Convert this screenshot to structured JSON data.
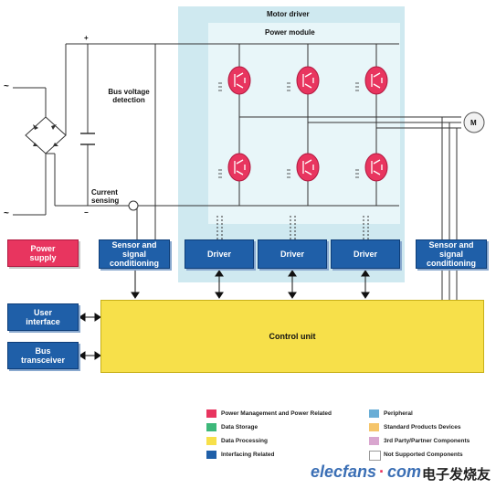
{
  "labels": {
    "motor_driver": "Motor driver",
    "power_module": "Power module",
    "bus_voltage_detection": "Bus voltage\ndetection",
    "current_sensing": "Current\nsensing",
    "plus": "+",
    "minus": "−",
    "tilde_top": "~",
    "tilde_bottom": "~",
    "motor": "M"
  },
  "blocks": {
    "power_supply": "Power\nsupply",
    "sensor_left": "Sensor and\nsignal\nconditioning",
    "driver_1": "Driver",
    "driver_2": "Driver",
    "driver_3": "Driver",
    "sensor_right": "Sensor and\nsignal\nconditioning",
    "user_interface": "User\ninterface",
    "bus_transceiver": "Bus\ntransceiver",
    "control_unit": "Control unit"
  },
  "legend": [
    {
      "label": "Power Management and Power Related",
      "color": "#e8355f"
    },
    {
      "label": "Peripheral",
      "color": "#6aaed6"
    },
    {
      "label": "Data Storage",
      "color": "#3db87a"
    },
    {
      "label": "Standard Products Devices",
      "color": "#f5c56b"
    },
    {
      "label": "Data Processing",
      "color": "#f7e04a"
    },
    {
      "label": "3rd Party/Partner Components",
      "color": "#d9a6cf"
    },
    {
      "label": "Interfacing Related",
      "color": "#1f5fa8"
    },
    {
      "label": "Not Supported Components",
      "color": "#ffffff"
    }
  ],
  "watermark": {
    "brand": "elecfans",
    "dot": "·",
    "tld": "com",
    "cn": "电子发烧友"
  }
}
